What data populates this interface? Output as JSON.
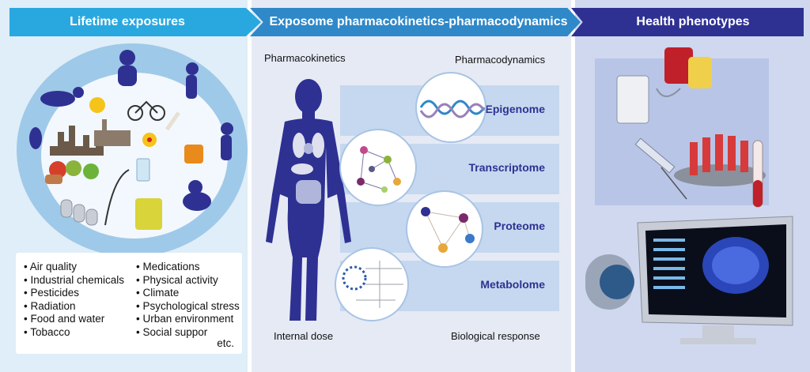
{
  "headers": {
    "lifetime": "Lifetime exposures",
    "pkpd": "Exposome pharmacokinetics-pharmacodynamics",
    "health": "Health phenotypes"
  },
  "exposures_left": [
    "Air quality",
    "Industrial chemicals",
    "Pesticides",
    "Radiation",
    "Food and water",
    "Tobacco"
  ],
  "exposures_right": [
    "Medications",
    "Physical activity",
    "Climate",
    "Psychological stress",
    "Urban environment",
    "Social suppor"
  ],
  "etc": "etc.",
  "labels": {
    "pharmacokinetics": "Pharmacokinetics",
    "pharmacodynamics": "Pharmacodynamics",
    "internal_dose": "Internal dose",
    "biological_response": "Biological response"
  },
  "omics": [
    "Epigenome",
    "Transcriptome",
    "Proteome",
    "Metabolome"
  ],
  "colors": {
    "header_light": "#29a8df",
    "header_mid": "#2f88c8",
    "header_dark": "#2e3192",
    "figure": "#2e3192"
  }
}
